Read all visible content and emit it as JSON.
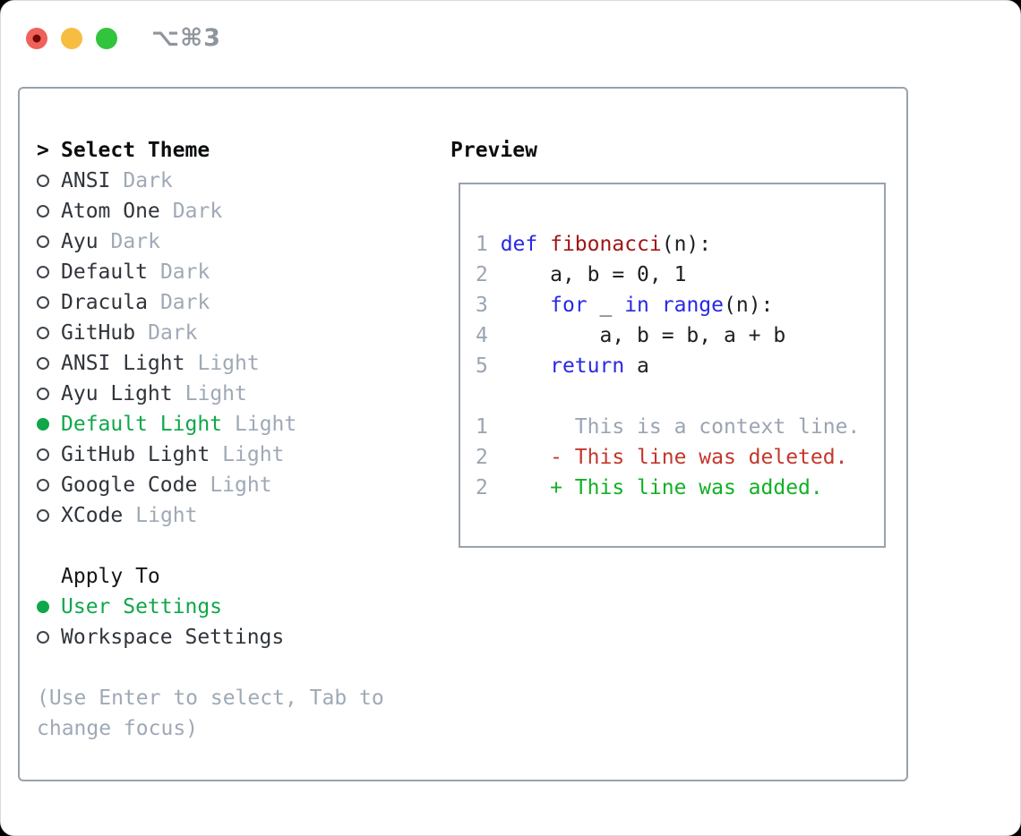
{
  "window": {
    "title": "⌥⌘3",
    "traffic_lights": {
      "close_color": "#f0615a",
      "close_dot_color": "#6f0902",
      "minimize_color": "#f6bd40",
      "zoom_color": "#31c43c"
    }
  },
  "theme_picker": {
    "heading_prompt": ">",
    "heading_label": "Select Theme",
    "themes": [
      {
        "name": "ANSI",
        "variant": "Dark",
        "selected": false
      },
      {
        "name": "Atom One",
        "variant": "Dark",
        "selected": false
      },
      {
        "name": "Ayu",
        "variant": "Dark",
        "selected": false
      },
      {
        "name": "Default",
        "variant": "Dark",
        "selected": false
      },
      {
        "name": "Dracula",
        "variant": "Dark",
        "selected": false
      },
      {
        "name": "GitHub",
        "variant": "Dark",
        "selected": false
      },
      {
        "name": "ANSI Light",
        "variant": "Light",
        "selected": false
      },
      {
        "name": "Ayu Light",
        "variant": "Light",
        "selected": false
      },
      {
        "name": "Default Light",
        "variant": "Light",
        "selected": true
      },
      {
        "name": "GitHub Light",
        "variant": "Light",
        "selected": false
      },
      {
        "name": "Google Code",
        "variant": "Light",
        "selected": false
      },
      {
        "name": "XCode",
        "variant": "Light",
        "selected": false
      }
    ],
    "apply_to": {
      "label": "Apply To",
      "options": [
        {
          "name": "User Settings",
          "selected": true
        },
        {
          "name": "Workspace Settings",
          "selected": false
        }
      ]
    },
    "help_text": "(Use Enter to select, Tab to change focus)"
  },
  "preview": {
    "label": "Preview",
    "code_lines": [
      {
        "num": "1",
        "segments": [
          {
            "text": "def",
            "color": "keyword"
          },
          {
            "text": " ",
            "color": "plain"
          },
          {
            "text": "fibonacci",
            "color": "function"
          },
          {
            "text": "(n):",
            "color": "plain"
          }
        ]
      },
      {
        "num": "2",
        "segments": [
          {
            "text": "    a, b = 0, 1",
            "color": "plain"
          }
        ]
      },
      {
        "num": "3",
        "segments": [
          {
            "text": "    ",
            "color": "plain"
          },
          {
            "text": "for",
            "color": "keyword"
          },
          {
            "text": " _ ",
            "color": "plain"
          },
          {
            "text": "in",
            "color": "keyword"
          },
          {
            "text": " ",
            "color": "plain"
          },
          {
            "text": "range",
            "color": "keyword"
          },
          {
            "text": "(n):",
            "color": "plain"
          }
        ]
      },
      {
        "num": "4",
        "segments": [
          {
            "text": "        a, b = b, a + b",
            "color": "plain"
          }
        ]
      },
      {
        "num": "5",
        "segments": [
          {
            "text": "    ",
            "color": "plain"
          },
          {
            "text": "return",
            "color": "keyword"
          },
          {
            "text": " a",
            "color": "plain"
          }
        ]
      },
      {
        "num": "",
        "segments": []
      },
      {
        "num": "1",
        "segments": [
          {
            "text": "      This is a context line.",
            "color": "context"
          }
        ]
      },
      {
        "num": "2",
        "segments": [
          {
            "text": "    - This line was deleted.",
            "color": "deleted"
          }
        ]
      },
      {
        "num": "2",
        "segments": [
          {
            "text": "    + This line was added.",
            "color": "added"
          }
        ]
      }
    ]
  },
  "colors": {
    "selection_green": "#10a74a",
    "keyword_blue": "#2828e6",
    "function_red": "#a01414",
    "diff_deleted_red": "#c3372c",
    "diff_added_green": "#12b025",
    "muted_gray": "#9fa9b6",
    "panel_border": "#9aa2ab"
  }
}
